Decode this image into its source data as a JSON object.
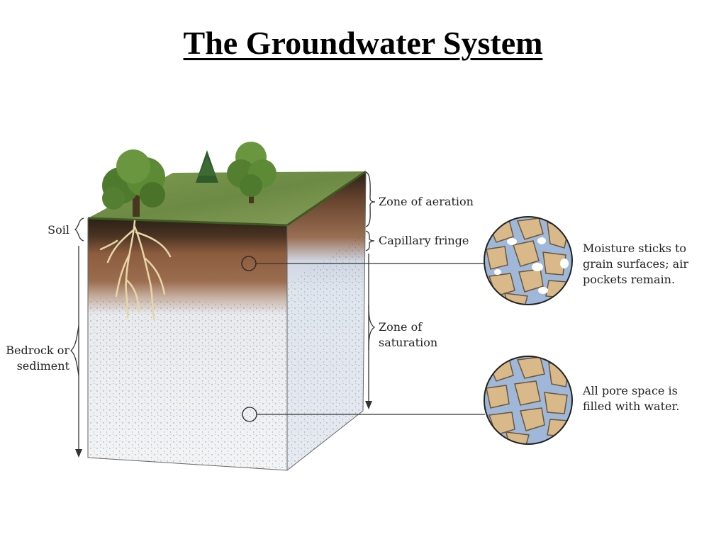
{
  "title": "The Groundwater System",
  "labels": {
    "soil": "Soil",
    "bedrock_line1": "Bedrock or",
    "bedrock_line2": "sediment",
    "zone_aeration": "Zone of aeration",
    "capillary_fringe": "Capillary fringe",
    "zone_saturation_line1": "Zone of",
    "zone_saturation_line2": "saturation",
    "moisture_line1": "Moisture sticks to",
    "moisture_line2": "grain surfaces; air",
    "moisture_line3": "pockets remain.",
    "filled_line1": "All pore space is",
    "filled_line2": "filled with water."
  },
  "colors": {
    "grass": "#6f8f45",
    "soil_dark": "#2f2418",
    "soil_brown": "#8a5a3c",
    "bedrock": "#eceef2",
    "water": "#9fb8d9",
    "grain": "#d9b889",
    "air": "#ffffff"
  }
}
